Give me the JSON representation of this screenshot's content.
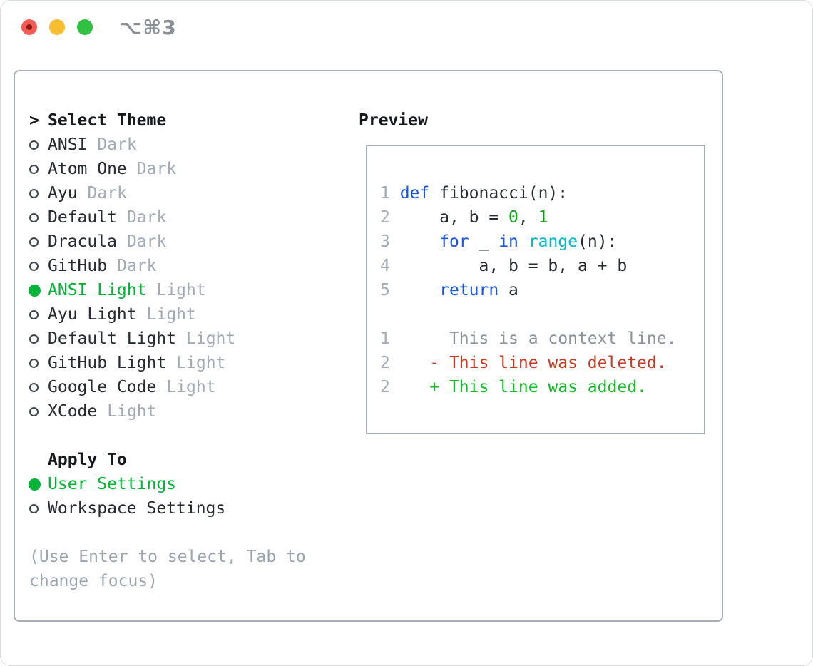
{
  "window": {
    "title": "⌥⌘3",
    "traffic_lights": [
      {
        "name": "close-button",
        "color": "#f65a52"
      },
      {
        "name": "minimize-button",
        "color": "#f9bd30"
      },
      {
        "name": "zoom-button",
        "color": "#2fc13f"
      }
    ]
  },
  "theme_picker": {
    "title_marker": ">",
    "title": "Select Theme",
    "items": [
      {
        "label": "ANSI",
        "variant": "Dark",
        "selected": false
      },
      {
        "label": "Atom One",
        "variant": "Dark",
        "selected": false
      },
      {
        "label": "Ayu",
        "variant": "Dark",
        "selected": false
      },
      {
        "label": "Default",
        "variant": "Dark",
        "selected": false
      },
      {
        "label": "Dracula",
        "variant": "Dark",
        "selected": false
      },
      {
        "label": "GitHub",
        "variant": "Dark",
        "selected": false
      },
      {
        "label": "ANSI Light",
        "variant": "Light",
        "selected": true
      },
      {
        "label": "Ayu Light",
        "variant": "Light",
        "selected": false
      },
      {
        "label": "Default Light",
        "variant": "Light",
        "selected": false
      },
      {
        "label": "GitHub Light",
        "variant": "Light",
        "selected": false
      },
      {
        "label": "Google Code",
        "variant": "Light",
        "selected": false
      },
      {
        "label": "XCode",
        "variant": "Light",
        "selected": false
      }
    ],
    "apply_to": {
      "title": "Apply To",
      "options": [
        {
          "label": "User Settings",
          "selected": true
        },
        {
          "label": "Workspace Settings",
          "selected": false
        }
      ]
    },
    "hint": "(Use Enter to select, Tab to change focus)"
  },
  "preview": {
    "title": "Preview",
    "code_lines": [
      {
        "num": "1",
        "tokens": [
          {
            "t": "def",
            "c": "keyword"
          },
          {
            "t": " fibonacci(n):",
            "c": "plain"
          }
        ]
      },
      {
        "num": "2",
        "tokens": [
          {
            "t": "    a, b = ",
            "c": "plain"
          },
          {
            "t": "0",
            "c": "number"
          },
          {
            "t": ", ",
            "c": "plain"
          },
          {
            "t": "1",
            "c": "number"
          }
        ]
      },
      {
        "num": "3",
        "tokens": [
          {
            "t": "    ",
            "c": "plain"
          },
          {
            "t": "for",
            "c": "keyword"
          },
          {
            "t": " _ ",
            "c": "plain"
          },
          {
            "t": "in",
            "c": "keyword"
          },
          {
            "t": " ",
            "c": "plain"
          },
          {
            "t": "range",
            "c": "builtin"
          },
          {
            "t": "(n):",
            "c": "plain"
          }
        ]
      },
      {
        "num": "4",
        "tokens": [
          {
            "t": "        a, b = b, a + b",
            "c": "plain"
          }
        ]
      },
      {
        "num": "5",
        "tokens": [
          {
            "t": "    ",
            "c": "plain"
          },
          {
            "t": "return",
            "c": "keyword"
          },
          {
            "t": " a",
            "c": "plain"
          }
        ]
      },
      {
        "num": "",
        "tokens": []
      },
      {
        "num": "1",
        "tokens": [
          {
            "t": "     This is a context line.",
            "c": "context"
          }
        ]
      },
      {
        "num": "2",
        "tokens": [
          {
            "t": "   - This line was deleted.",
            "c": "deleted"
          }
        ]
      },
      {
        "num": "2",
        "tokens": [
          {
            "t": "   + This line was added.",
            "c": "added"
          }
        ]
      }
    ]
  },
  "colors": {
    "selection_green": "#00b437",
    "keyword_blue": "#1a56de",
    "builtin_cyan": "#00b8c6",
    "number_green": "#0aa412",
    "deleted_red": "#c43b24",
    "added_green": "#16bb2b",
    "muted_gray": "#a1aab6",
    "text": "#262b33",
    "panel_border": "#a6adb6"
  }
}
